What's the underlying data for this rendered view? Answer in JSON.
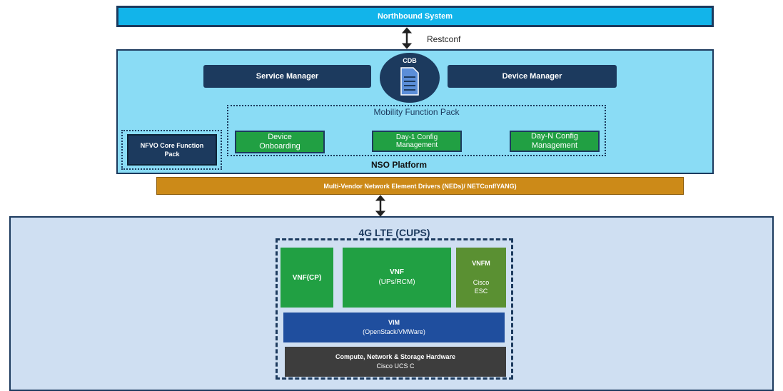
{
  "northbound": {
    "label": "Northbound System"
  },
  "restconf": {
    "label": "Restconf"
  },
  "nso": {
    "platform_label": "NSO Platform",
    "cdb_label": "CDB",
    "service_manager": "Service Manager",
    "device_manager": "Device Manager",
    "mobility_pack": {
      "label": "Mobility Function Pack",
      "items": [
        {
          "line1": "Device",
          "line2": "Onboarding"
        },
        {
          "line1": "Day-1 Config",
          "line2": "Management"
        },
        {
          "line1": "Day-N Config",
          "line2": "Management"
        }
      ]
    },
    "nfvo": {
      "line1": "NFVO Core Function",
      "line2": "Pack"
    }
  },
  "ned": {
    "label": "Multi-Vendor Network Element Drivers (NEDs)/ NETConf/YANG)"
  },
  "lte": {
    "title": "4G LTE (CUPS)",
    "vnf_cp": "VNF(CP)",
    "vnf_up": {
      "title": "VNF",
      "subtitle": "(UPs/RCM)"
    },
    "vnfm": {
      "title": "VNFM",
      "line2": "Cisco",
      "line3": "ESC"
    },
    "vim": {
      "title": "VIM",
      "subtitle": "(OpenStack/VMWare)"
    },
    "hardware": {
      "title": "Compute, Network & Storage Hardware",
      "subtitle": "Cisco UCS C"
    }
  }
}
